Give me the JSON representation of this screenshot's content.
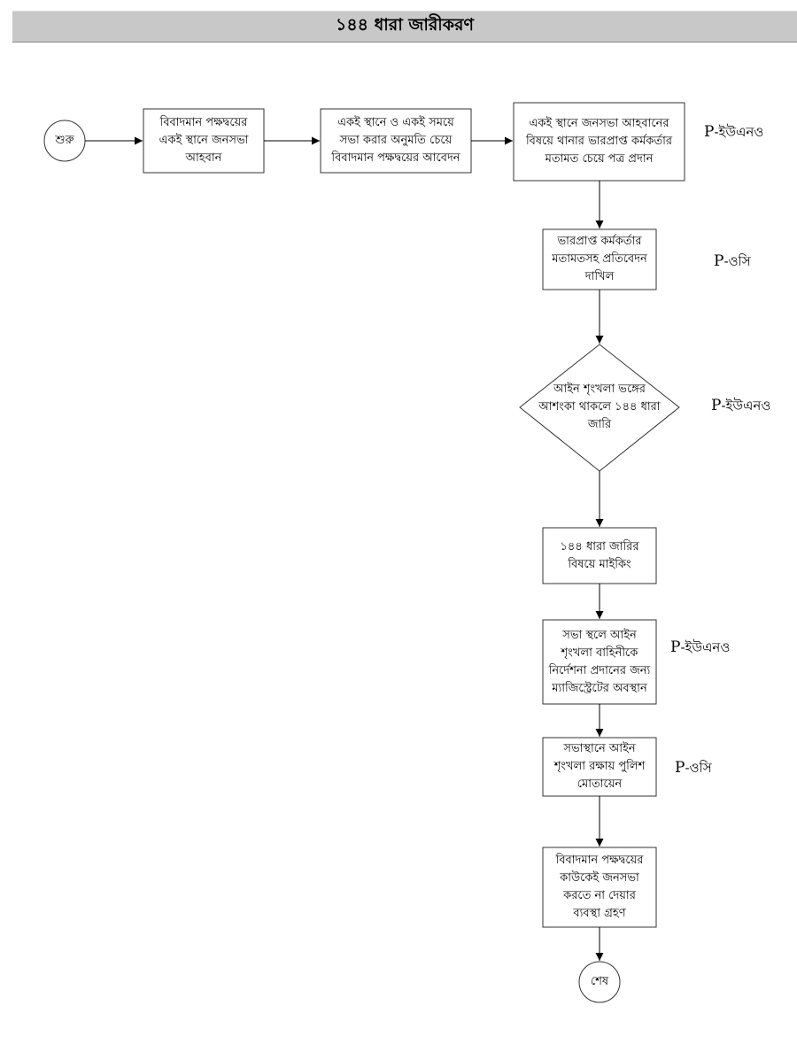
{
  "title": "১৪৪ ধারা জারীকরণ",
  "nodes": {
    "start": "শুরু",
    "n1": "বিবাদমান পক্ষদ্বয়ের\nএকই স্থানে জনসভা\nআহবান",
    "n2": "একই স্থানে ও একই সময়ে\nসভা করার অনুমতি চেয়ে\nবিবাদমান পক্ষদ্বয়ের আবেদন",
    "n3": "একই স্থানে জনসভা আহবানের\nবিষয়ে থানার ভারপ্রাপ্ত কর্মকর্তার\nমতামত চেয়ে পত্র প্রদান",
    "n4": "ভারপ্রাপ্ত কর্মকর্তার\nমতামতসহ প্রতিবেদন\nদাখিল",
    "d1": "আইন শৃংখলা ভঙ্গের\nআশংকা থাকলে ১৪৪ ধারা\nজারি",
    "n5": "১৪৪ ধারা জারির\nবিষয়ে মাইকিং",
    "n6": "সভা স্থলে আইন\nশৃংখলা বাহিনীকে\nনির্দেশনা প্রদানের জন্য\nম্যাজিস্ট্রেটের অবস্থান",
    "n7": "সভাস্থানে আইন\nশৃংখলা রক্ষায় পুলিশ\nমোতায়েন",
    "n8": "বিবাদমান পক্ষদ্বয়ের\nকাউকেই জনসভা\nকরতে না দেয়ার\nব্যবস্থা গ্রহণ",
    "end": "শেষ"
  },
  "roles": {
    "p": "P",
    "r1": "-ইউএনও",
    "r2": "-ওসি",
    "r3": "-ইউএনও",
    "r4": "-ইউএনও",
    "r5": "-ওসি"
  }
}
